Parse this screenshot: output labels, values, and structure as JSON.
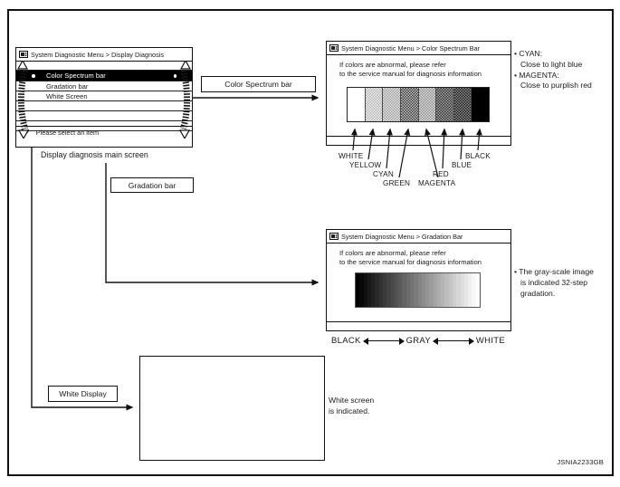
{
  "figure_code": "JSNIA2233GB",
  "main_screen": {
    "title": "System Diagnostic Menu > Display Diagnosis",
    "items": [
      "Color Spectrum bar",
      "Gradation bar",
      "White Screen"
    ],
    "selected_item": "Color Spectrum bar",
    "status": "Please select an item",
    "status_icon": "⊕",
    "status_icon_mark": "〉",
    "caption": "Display diagnosis main screen"
  },
  "flow_labels": {
    "color_spectrum": "Color Spectrum bar",
    "gradation": "Gradation bar",
    "white_display": "White Display"
  },
  "spectrum_panel": {
    "title": "System Diagnostic Menu > Color Spectrum Bar",
    "note_line1": "If colors are abnormal, please refer",
    "note_line2": "to the service manual for diagnosis information",
    "segments": [
      {
        "label": "WHITE",
        "dot": "#ffffff",
        "bg": "#ffffff"
      },
      {
        "label": "YELLOW",
        "dot": "#b0b0b0",
        "bg": "#f4f4f4"
      },
      {
        "label": "CYAN",
        "dot": "#9a9a9a",
        "bg": "#eaeaea"
      },
      {
        "label": "GREEN",
        "dot": "#3c3c3c",
        "bg": "#c2c2c2"
      },
      {
        "label": "MAGENTA",
        "dot": "#8a8a8a",
        "bg": "#e2e2e2"
      },
      {
        "label": "RED",
        "dot": "#303030",
        "bg": "#a8a8a8"
      },
      {
        "label": "BLUE",
        "dot": "#1a1a1a",
        "bg": "#909090"
      },
      {
        "label": "BLACK",
        "dot": "#000000",
        "bg": "#000000"
      }
    ],
    "notes": [
      {
        "term": "• CYAN:",
        "desc": "Close to light blue"
      },
      {
        "term": "• MAGENTA:",
        "desc": "Close to purplish red"
      }
    ]
  },
  "gradation_panel": {
    "title": "System Diagnostic Menu > Gradation Bar",
    "note_line1": "If colors are abnormal, please refer",
    "note_line2": "to the service manual for diagnosis information",
    "steps": 32,
    "start_color": "#000000",
    "end_color": "#ffffff",
    "scale": [
      "BLACK",
      "GRAY",
      "WHITE"
    ],
    "side_note": [
      "• The gray-scale image",
      "is indicated 32-step",
      "gradation."
    ]
  },
  "white_panel": {
    "line1": "White screen",
    "line2": "is indicated."
  }
}
